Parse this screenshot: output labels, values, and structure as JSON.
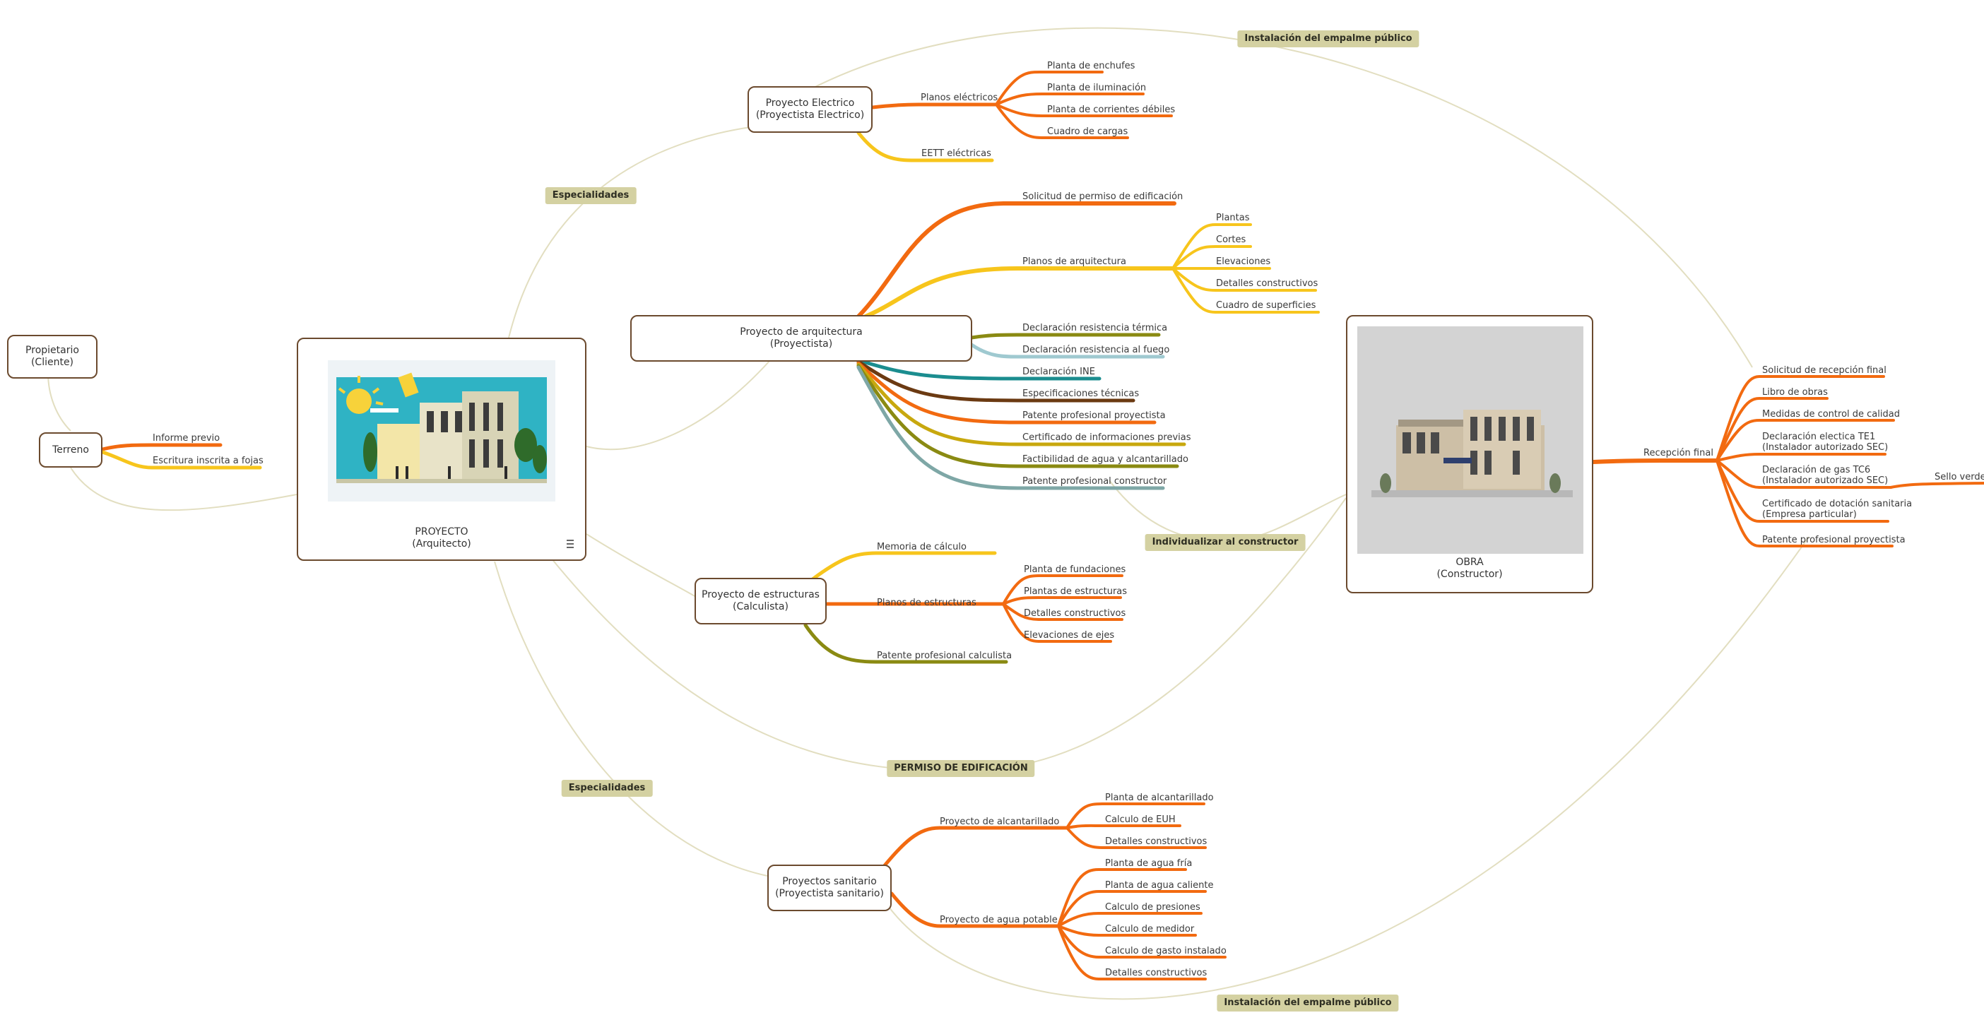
{
  "nodes": {
    "propietario": {
      "line1": "Propietario",
      "line2": "(Cliente)"
    },
    "terreno": {
      "label": "Terreno"
    },
    "proyecto": {
      "line1": "PROYECTO",
      "line2": "(Arquitecto)"
    },
    "electrico": {
      "line1": "Proyecto Electrico",
      "line2": "(Proyectista Electrico)"
    },
    "arquitectura": {
      "line1": "Proyecto de arquitectura",
      "line2": "(Proyectista)"
    },
    "estructuras": {
      "line1": "Proyecto de estructuras",
      "line2": "(Calculista)"
    },
    "sanitario": {
      "line1": "Proyectos sanitario",
      "line2": "(Proyectista sanitario)"
    },
    "obra": {
      "line1": "OBRA",
      "line2": "(Constructor)"
    }
  },
  "tags": {
    "empalme_top": "Instalación del empalme público",
    "especialidades_top": "Especialidades",
    "individualizar": "Individualizar al constructor",
    "permiso": "PERMISO DE EDIFICACIÓN",
    "especialidades_bottom": "Especialidades",
    "empalme_bottom": "Instalación del empalme público"
  },
  "terreno_items": [
    "Informe previo",
    "Escritura inscrita a fojas"
  ],
  "electrico": {
    "planos": "Planos eléctricos",
    "planos_items": [
      "Planta de enchufes",
      "Planta de iluminación",
      "Planta de corrientes débiles",
      "Cuadro de cargas"
    ],
    "eett": "EETT eléctricas"
  },
  "arquitectura": {
    "solicitud": "Solicitud de permiso de edificación",
    "planos": "Planos de arquitectura",
    "planos_items": [
      "Plantas",
      "Cortes",
      "Elevaciones",
      "Detalles constructivos",
      "Cuadro de superficies"
    ],
    "items": [
      "Declaración resistencia térmica",
      "Declaración resistencia al fuego",
      "Declaración INE",
      "Especificaciones técnicas",
      "Patente profesional proyectista",
      "Certificado de informaciones previas",
      "Factibilidad de agua y alcantarillado",
      "Patente profesional constructor"
    ]
  },
  "estructuras": {
    "memoria": "Memoria de cálculo",
    "planos": "Planos de estructuras",
    "planos_items": [
      "Planta de fundaciones",
      "Plantas de estructuras",
      "Detalles constructivos",
      "Elevaciones de ejes"
    ],
    "patente": "Patente profesional calculista"
  },
  "sanitario": {
    "alcantarillado": "Proyecto de alcantarillado",
    "alcantarillado_items": [
      "Planta de alcantarillado",
      "Calculo de EUH",
      "Detalles constructivos"
    ],
    "agua": "Proyecto de agua potable",
    "agua_items": [
      "Planta de agua fría",
      "Planta de agua caliente",
      "Calculo de presiones",
      "Calculo de medidor",
      "Calculo de gasto instalado",
      "Detalles constructivos"
    ]
  },
  "recepcion": {
    "label": "Recepción final",
    "items": [
      {
        "line1": "Solicitud de recepción final"
      },
      {
        "line1": "Libro de obras"
      },
      {
        "line1": "Medidas de control de calidad"
      },
      {
        "line1": "Declaración electica TE1",
        "line2": "(Instalador autorizado SEC)"
      },
      {
        "line1": "Declaración de gas TC6",
        "line2": "(Instalador autorizado SEC)"
      },
      {
        "line1": "Certificado de dotación sanitaria",
        "line2": "(Empresa particular)"
      },
      {
        "line1": "Patente profesional proyectista"
      }
    ],
    "sello": "Sello verde"
  },
  "colors": {
    "orange": "#f26a10",
    "yellow": "#f7c51c",
    "olive": "#8a8a12",
    "lightblue": "#9fc9d0",
    "teal": "#1b8d8f",
    "brown": "#6b3a12",
    "goldolive": "#c8a80e",
    "greyteal": "#7ea7a6",
    "connector": "#e2dec0",
    "node_border": "#6b4a2e",
    "tag_bg": "#d4d1a2"
  }
}
